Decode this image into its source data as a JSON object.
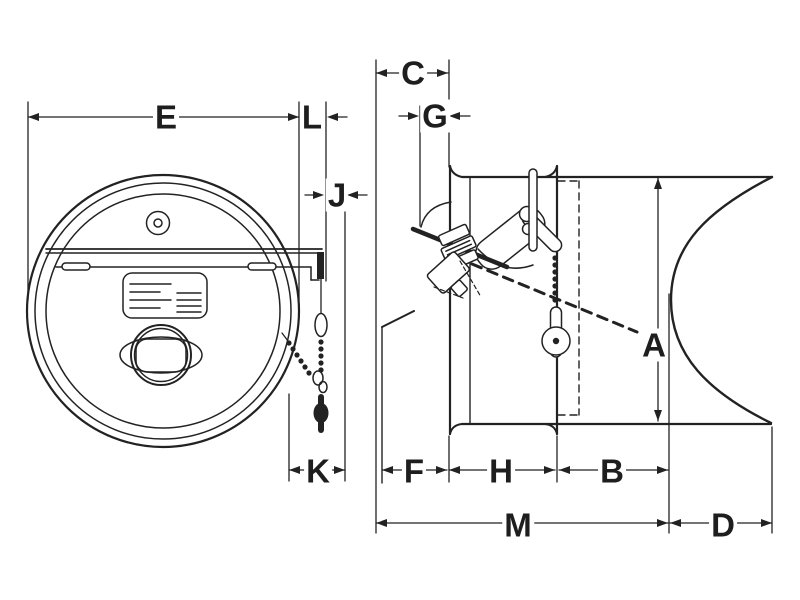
{
  "colors": {
    "background": "#ffffff",
    "line": "#222222"
  },
  "labels": {
    "A": "A",
    "B": "B",
    "C": "C",
    "D": "D",
    "E": "E",
    "F": "F",
    "G": "G",
    "H": "H",
    "J": "J",
    "K": "K",
    "L": "L",
    "M": "M"
  }
}
